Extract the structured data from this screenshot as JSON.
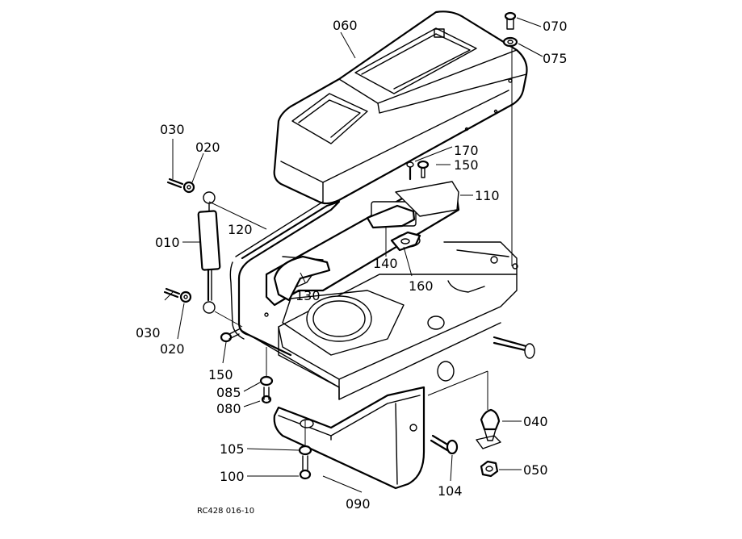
{
  "reference_code": "RC428 016-10",
  "callouts": {
    "c060": "060",
    "c070": "070",
    "c075": "075",
    "c030_top": "030",
    "c020_top": "020",
    "c010": "010",
    "c120": "120",
    "c030_bottom": "030",
    "c020_bottom": "020",
    "c170": "170",
    "c150_right": "150",
    "c110": "110",
    "c140": "140",
    "c160": "160",
    "c130": "130",
    "c150_left": "150",
    "c085": "085",
    "c080": "080",
    "c105": "105",
    "c100": "100",
    "c090": "090",
    "c104": "104",
    "c040": "040",
    "c050": "050"
  }
}
